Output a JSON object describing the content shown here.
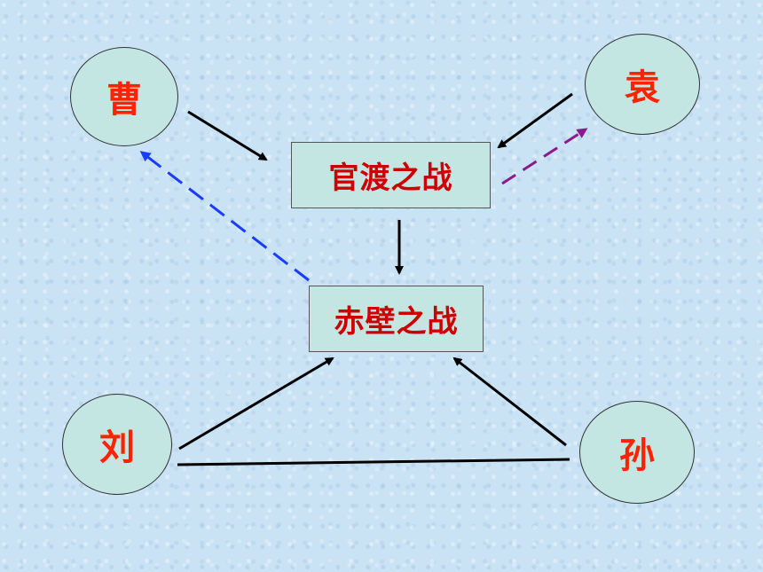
{
  "nodes": {
    "cao": "曹",
    "yuan": "袁",
    "liu": "刘",
    "sun": "孙"
  },
  "battles": {
    "guandu": "官渡之战",
    "chibi": "赤壁之战"
  },
  "colors": {
    "background": "#c9e2f4",
    "node_fill": "#c4e6e2",
    "node_text": "#ff2200",
    "battle_text": "#cc0000",
    "solid_arrow": "#000000",
    "cao_dashed_arrow": "#1a3cff",
    "yuan_dashed_arrow": "#8b1a8b"
  }
}
